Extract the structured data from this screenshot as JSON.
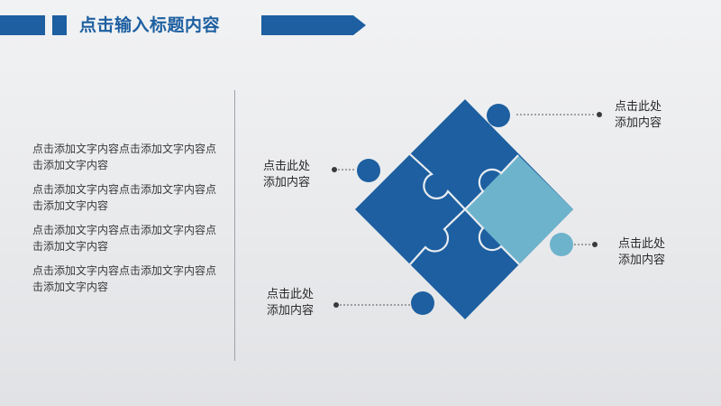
{
  "header": {
    "title": "点击输入标题内容"
  },
  "body_text": [
    "点击添加文字内容点击添加文字内容点击添加文字内容",
    "点击添加文字内容点击添加文字内容点击添加文字内容",
    "点击添加文字内容点击添加文字内容点击添加文字内容",
    "点击添加文字内容点击添加文字内容点击添加文字内容"
  ],
  "callouts": {
    "top_right": {
      "line1": "点击此处",
      "line2": "添加内容"
    },
    "left": {
      "line1": "点击此处",
      "line2": "添加内容"
    },
    "right": {
      "line1": "点击此处",
      "line2": "添加内容"
    },
    "bottom_left": {
      "line1": "点击此处",
      "line2": "添加内容"
    }
  },
  "colors": {
    "primary_blue": "#1d5fa0",
    "light_blue": "#6db3cc",
    "background": "#ebecee",
    "text": "#3a3a3a"
  }
}
